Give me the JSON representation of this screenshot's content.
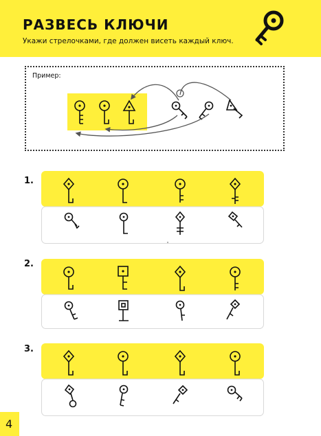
{
  "header": {
    "title": "РАЗВЕСЬ КЛЮЧИ",
    "subtitle": "Укажи стрелочками, где должен висеть каждый ключ.",
    "accent_color": "#ffef3a",
    "icon": "key-icon"
  },
  "example": {
    "label": "Пример:"
  },
  "exercises": [
    {
      "number": "1."
    },
    {
      "number": "2."
    },
    {
      "number": "3."
    }
  ],
  "page": {
    "number": "4"
  }
}
